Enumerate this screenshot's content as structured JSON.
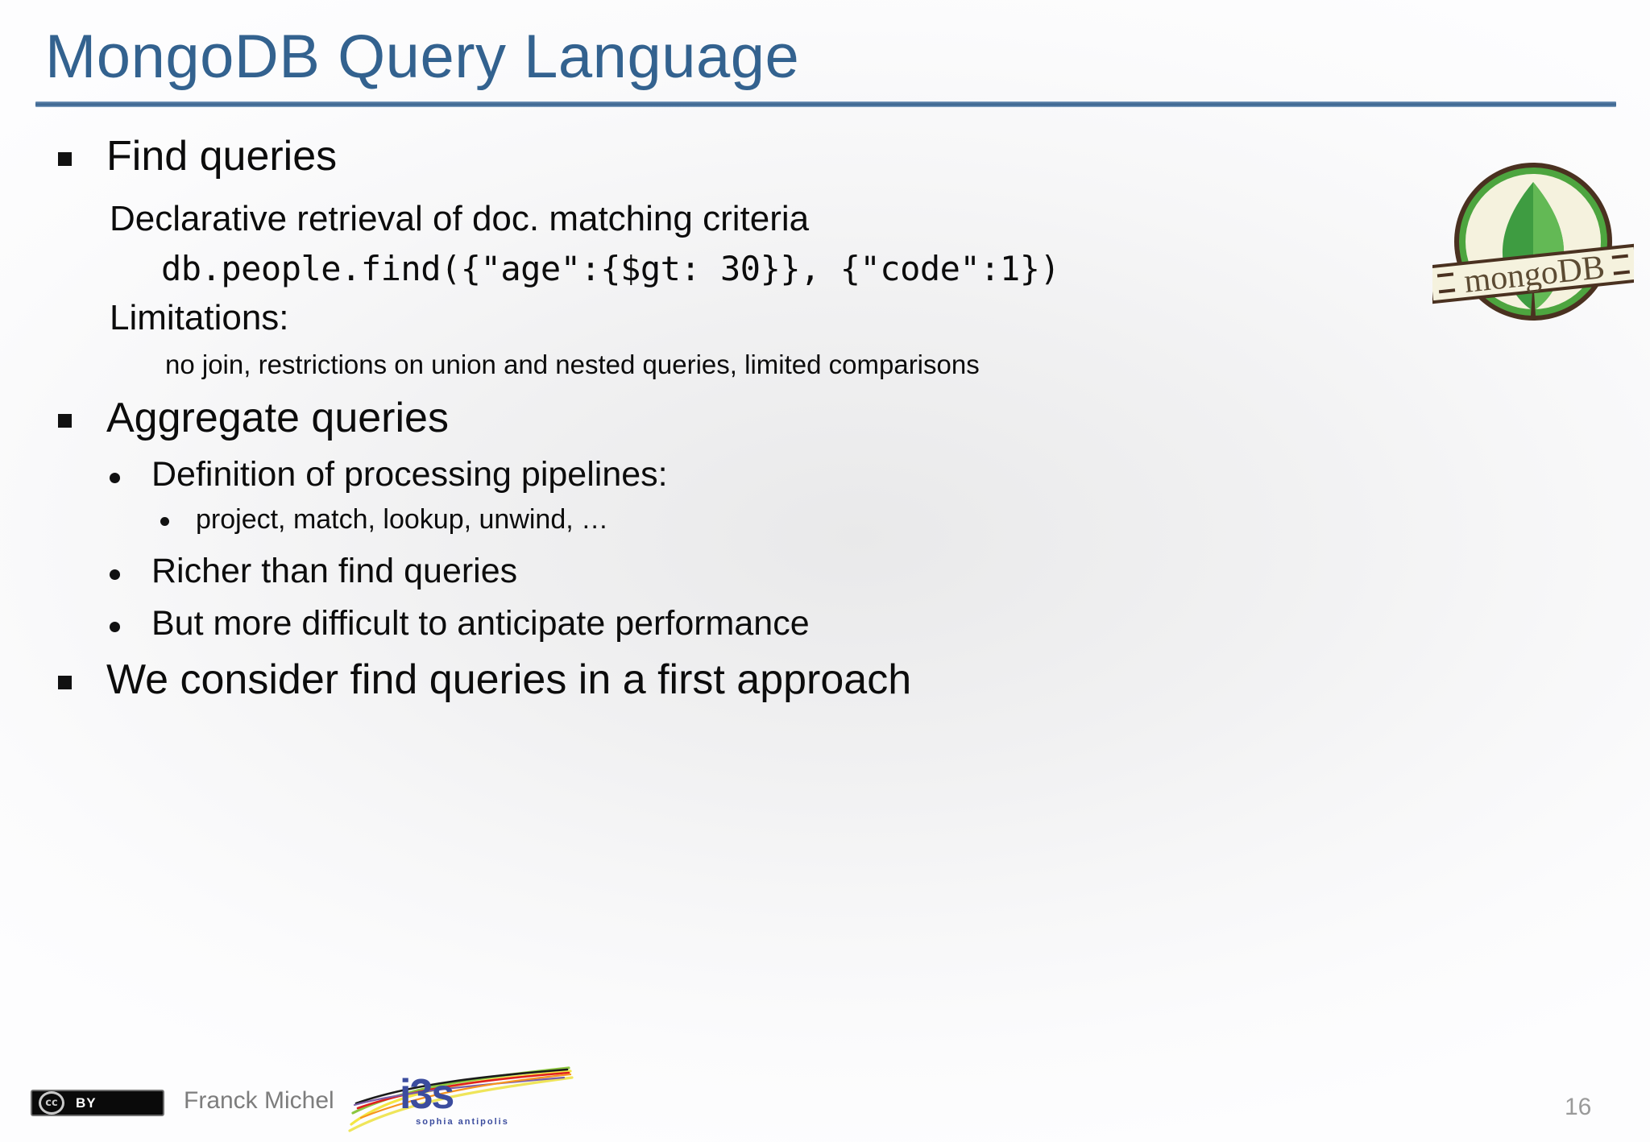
{
  "slide": {
    "title": "MongoDB Query Language",
    "page_number": "16",
    "title_color": "#33628F",
    "rule_color": "#4A7199",
    "body_text_color": "#0C0C0C",
    "footer_text_color": "#7D7D7D"
  },
  "content": [
    {
      "level": "bullet1",
      "text": "Find queries"
    },
    {
      "level": "plain2",
      "text": "Declarative retrieval of doc. matching criteria"
    },
    {
      "level": "code",
      "text": "db.people.find({\"age\":{$gt: 30}}, {\"code\":1})"
    },
    {
      "level": "plain2",
      "text": "Limitations:"
    },
    {
      "level": "note",
      "text": "no join, restrictions on union and nested queries, limited comparisons"
    },
    {
      "level": "bullet1",
      "text": "Aggregate queries"
    },
    {
      "level": "round2",
      "text": "Definition of processing pipelines:"
    },
    {
      "level": "round3",
      "text": "project, match, lookup, unwind, …"
    },
    {
      "level": "round2",
      "text": "Richer than find queries"
    },
    {
      "level": "round2",
      "text": "But more difficult to anticipate performance"
    },
    {
      "level": "bullet1",
      "text": "We consider find queries in a first approach"
    }
  ],
  "logo": {
    "mongodb_wordmark": "mongoDB",
    "mongodb_colors": {
      "outline": "#4A3120",
      "cream": "#F4F1DC",
      "ring_green": "#4DA53F",
      "leaf_dark": "#3E9C41",
      "leaf_light": "#6CBE5B",
      "wordmark": "#5C4B33"
    }
  },
  "footer": {
    "license_mark": "cc",
    "license_label": "BY",
    "author": "Franck Michel",
    "org_name": "i3s",
    "org_tagline": "sophia antipolis",
    "org_color": "#3B4C9E"
  }
}
